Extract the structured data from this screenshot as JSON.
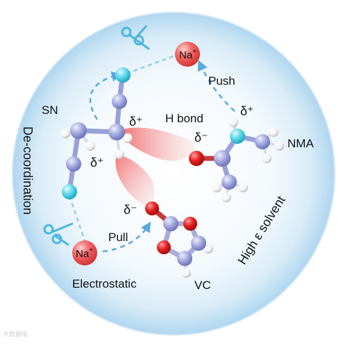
{
  "labels": {
    "na_top": "Na",
    "na_bottom": "Na",
    "na_sup": "+",
    "push": "Push",
    "pull": "Pull",
    "sn": "SN",
    "nma": "NMA",
    "vc": "VC",
    "h_bond": "H bond",
    "electrostatic": "Electrostatic",
    "decoordination": "De-coordination",
    "high_eps": "High ε solvent",
    "delta_plus": "δ⁺",
    "delta_minus": "δ⁻"
  },
  "watermark": "大数据纸",
  "colors": {
    "sphere_center": "#ffffff",
    "sphere_edge": "#a9d3ee",
    "ion": "#f05a5a",
    "carbon": "#9ea3d9",
    "nitrogen_cyan": "#53d3e6",
    "oxygen": "#e21d1d",
    "hydrogen": "#ffffff",
    "arrow": "#5aa9dc",
    "scissors": "#4bb6e0",
    "interaction_glow": "#f47c7c"
  }
}
